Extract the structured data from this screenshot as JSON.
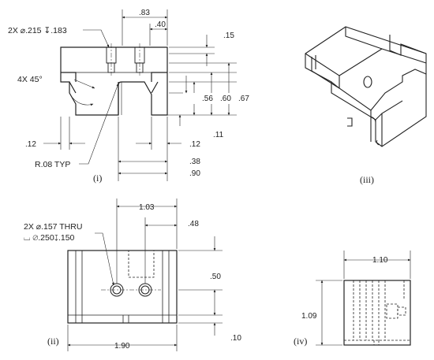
{
  "views": {
    "v1": {
      "label": "(i)",
      "note_holes": "2X ⌀.215 ↧.183",
      "note_chamfer": "4X 45°",
      "note_radius": "R.08 TYP",
      "dim_83": ".83",
      "dim_40": ".40",
      "dim_15": ".15",
      "dim_56": ".56",
      "dim_60": ".60",
      "dim_67": ".67",
      "dim_11": ".11",
      "dim_12_left": ".12",
      "dim_12_right": ".12",
      "dim_38": ".38",
      "dim_90": ".90"
    },
    "v2": {
      "label": "(ii)",
      "note_holes_line1": "2X ⌀.157 THRU",
      "note_holes_line2": "⌴ ⌀.250↧.150",
      "dim_103": "1.03",
      "dim_48": ".48",
      "dim_50": ".50",
      "dim_10": ".10",
      "dim_190": "1.90"
    },
    "v3": {
      "label": "(iii)"
    },
    "v4": {
      "label": "(iv)",
      "dim_110": "1.10",
      "dim_109": "1.09"
    }
  }
}
